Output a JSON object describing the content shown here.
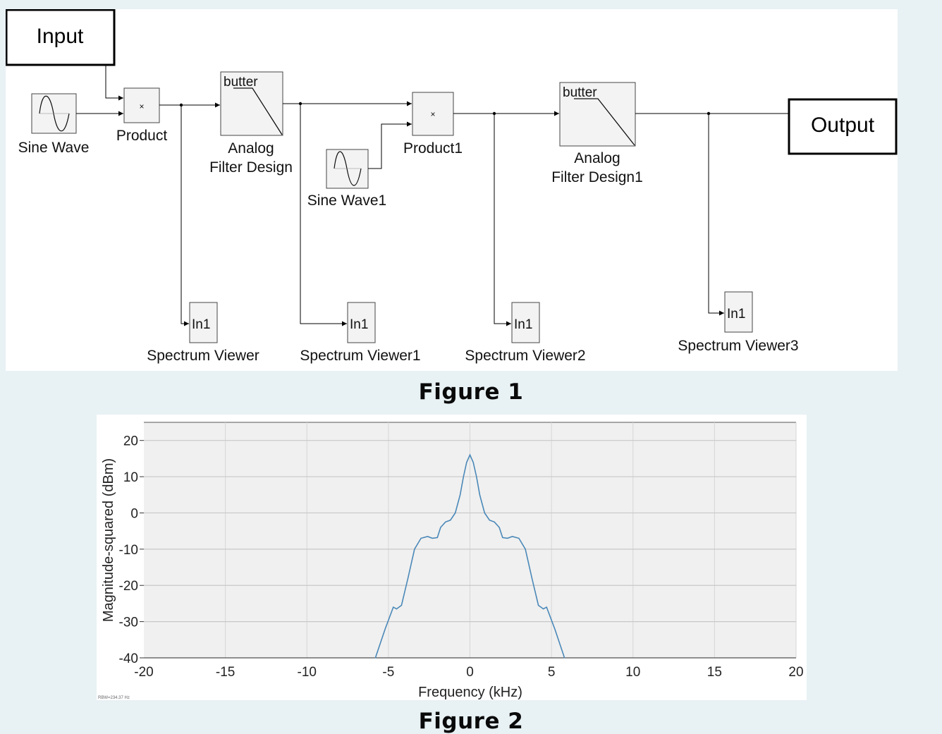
{
  "figure1": {
    "caption": "Figure 1",
    "io": {
      "input": "Input",
      "output": "Output"
    },
    "blocks": {
      "sine_wave": "Sine Wave",
      "sine_wave1": "Sine Wave1",
      "product": "Product",
      "product1": "Product1",
      "filter_tag": "butter",
      "filter_tag1": "butter",
      "filter_line1": "Analog",
      "filter_line2": "Filter Design",
      "filter1_line1": "Analog",
      "filter1_line2": "Filter Design1",
      "product_sign": "×",
      "port": "In1",
      "viewer": "Spectrum Viewer",
      "viewer1": "Spectrum Viewer1",
      "viewer2": "Spectrum Viewer2",
      "viewer3": "Spectrum Viewer3"
    }
  },
  "figure2": {
    "caption": "Figure 2",
    "chart_data": {
      "type": "line",
      "xlabel": "Frequency (kHz)",
      "ylabel": "Magnitude-squared (dBm)",
      "xlim": [
        -20,
        20
      ],
      "ylim": [
        -40,
        25
      ],
      "xticks": [
        -20,
        -15,
        -10,
        -5,
        0,
        5,
        10,
        15,
        20
      ],
      "yticks": [
        -40,
        -30,
        -20,
        -10,
        0,
        10,
        20
      ],
      "grid": true,
      "line_color": "#4a88b8",
      "series": [
        {
          "x": [
            -5.8,
            -5.2,
            -4.7,
            -4.5,
            -4.2,
            -3.8,
            -3.4,
            -3.0,
            -2.6,
            -2.3,
            -2.0,
            -1.8,
            -1.5,
            -1.2,
            -0.9,
            -0.6,
            -0.4,
            -0.2,
            0.0,
            0.2,
            0.4,
            0.6,
            0.9,
            1.2,
            1.5,
            1.8,
            2.0,
            2.3,
            2.6,
            3.0,
            3.4,
            3.8,
            4.2,
            4.5,
            4.7,
            5.2,
            5.8
          ],
          "y": [
            -40,
            -32,
            -26,
            -26.5,
            -25.5,
            -18,
            -10,
            -7,
            -6.5,
            -7,
            -6.8,
            -4,
            -2.5,
            -2,
            0,
            5,
            10,
            14,
            16,
            14,
            10,
            5,
            0,
            -2,
            -2.5,
            -4,
            -6.8,
            -7,
            -6.5,
            -7,
            -10,
            -18,
            -25.5,
            -26.5,
            -26,
            -32,
            -40
          ]
        }
      ]
    }
  },
  "watermark": "RBW=234.37 Hz"
}
